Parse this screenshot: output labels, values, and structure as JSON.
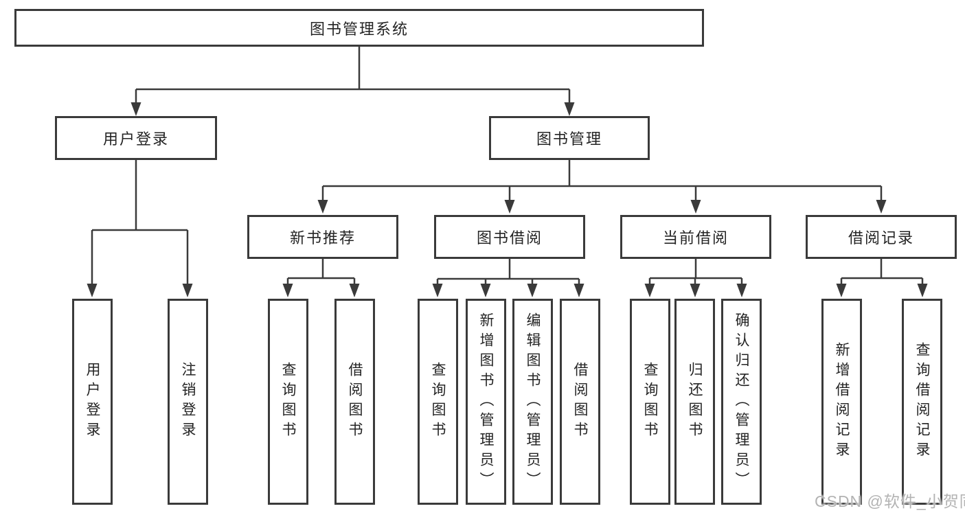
{
  "diagram": {
    "root": {
      "label": "图书管理系统",
      "children": [
        {
          "label": "用户登录",
          "children": [
            {
              "label": "用户登录"
            },
            {
              "label": "注销登录"
            }
          ]
        },
        {
          "label": "图书管理",
          "children": [
            {
              "label": "新书推荐",
              "children": [
                {
                  "label": "查询图书"
                },
                {
                  "label": "借阅图书"
                }
              ]
            },
            {
              "label": "图书借阅",
              "children": [
                {
                  "label": "查询图书"
                },
                {
                  "label": "新增图书（管理员）"
                },
                {
                  "label": "编辑图书（管理员）"
                },
                {
                  "label": "借阅图书"
                }
              ]
            },
            {
              "label": "当前借阅",
              "children": [
                {
                  "label": "查询图书"
                },
                {
                  "label": "归还图书"
                },
                {
                  "label": "确认归还（管理员）"
                }
              ]
            },
            {
              "label": "借阅记录",
              "children": [
                {
                  "label": "新增借阅记录"
                },
                {
                  "label": "查询借阅记录"
                }
              ]
            }
          ]
        }
      ]
    }
  },
  "colors": {
    "line": "#3a3a3a",
    "text": "#242424",
    "watermark": "#b3b3b3"
  },
  "watermark": {
    "text": "CSDN @软件_小贺同学"
  }
}
